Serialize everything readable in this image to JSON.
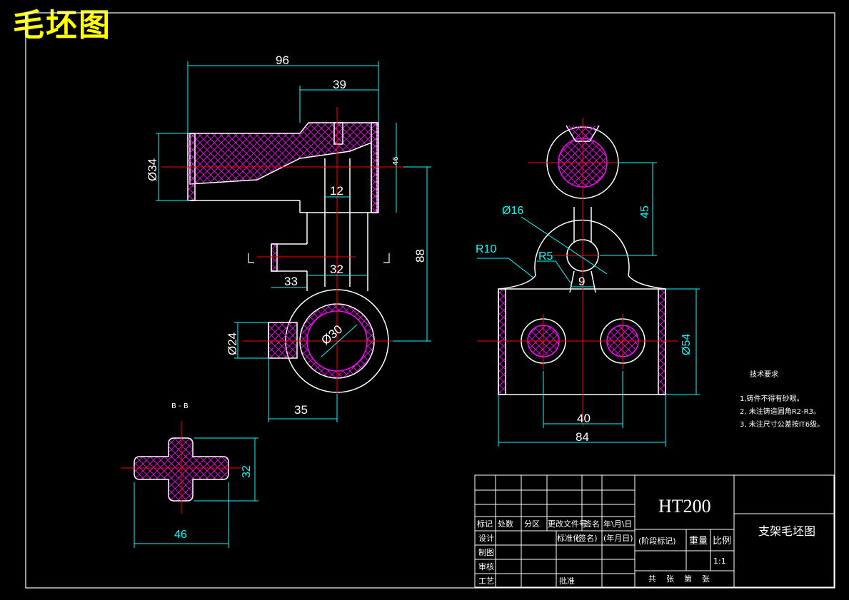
{
  "title_badge": "毛坯图",
  "dimensions": {
    "d96": "96",
    "d39": "39",
    "d34": "Ø34",
    "d46a": "46",
    "d12": "12",
    "d88": "88",
    "d33": "33",
    "d32a": "32",
    "d24": "Ø24",
    "d30": "Ø30",
    "d35": "35",
    "d16": "Ø16",
    "d45": "45",
    "r10": "R10",
    "r5": "R5",
    "d9": "9",
    "d54": "Ø54",
    "d40": "40",
    "d84": "84",
    "d32b": "32",
    "d46b": "46",
    "section_mark": "B - B"
  },
  "tech_requirements": {
    "heading": "技术要求",
    "items": [
      "1,铸件不得有砂眼。",
      "2, 未注铸造圆角R2-R3。",
      "3, 未注尺寸公差按IT6级。"
    ]
  },
  "title_block": {
    "material": "HT200",
    "drawing_name": "支架毛坯图",
    "headers": [
      "标记",
      "处数",
      "分区",
      "更改文件号",
      "签名",
      "年\\月\\日"
    ],
    "design": "设计",
    "standardize": "标准化",
    "sign_name": "(签名)",
    "date_ymd": "(年月日)",
    "stage_mark": "(阶段标记)",
    "weight": "重量",
    "scale_label": "比例",
    "scale_value": "1:1",
    "drafting": "制图",
    "review": "审核",
    "process": "工艺",
    "approve": "批准",
    "sheets": "共    张    第    张"
  },
  "colors": {
    "outline": "#ffffff",
    "centerline": "#ff0000",
    "dimension": "#00ffff",
    "hatch": "#ff00ff",
    "title": "#ffff00"
  }
}
